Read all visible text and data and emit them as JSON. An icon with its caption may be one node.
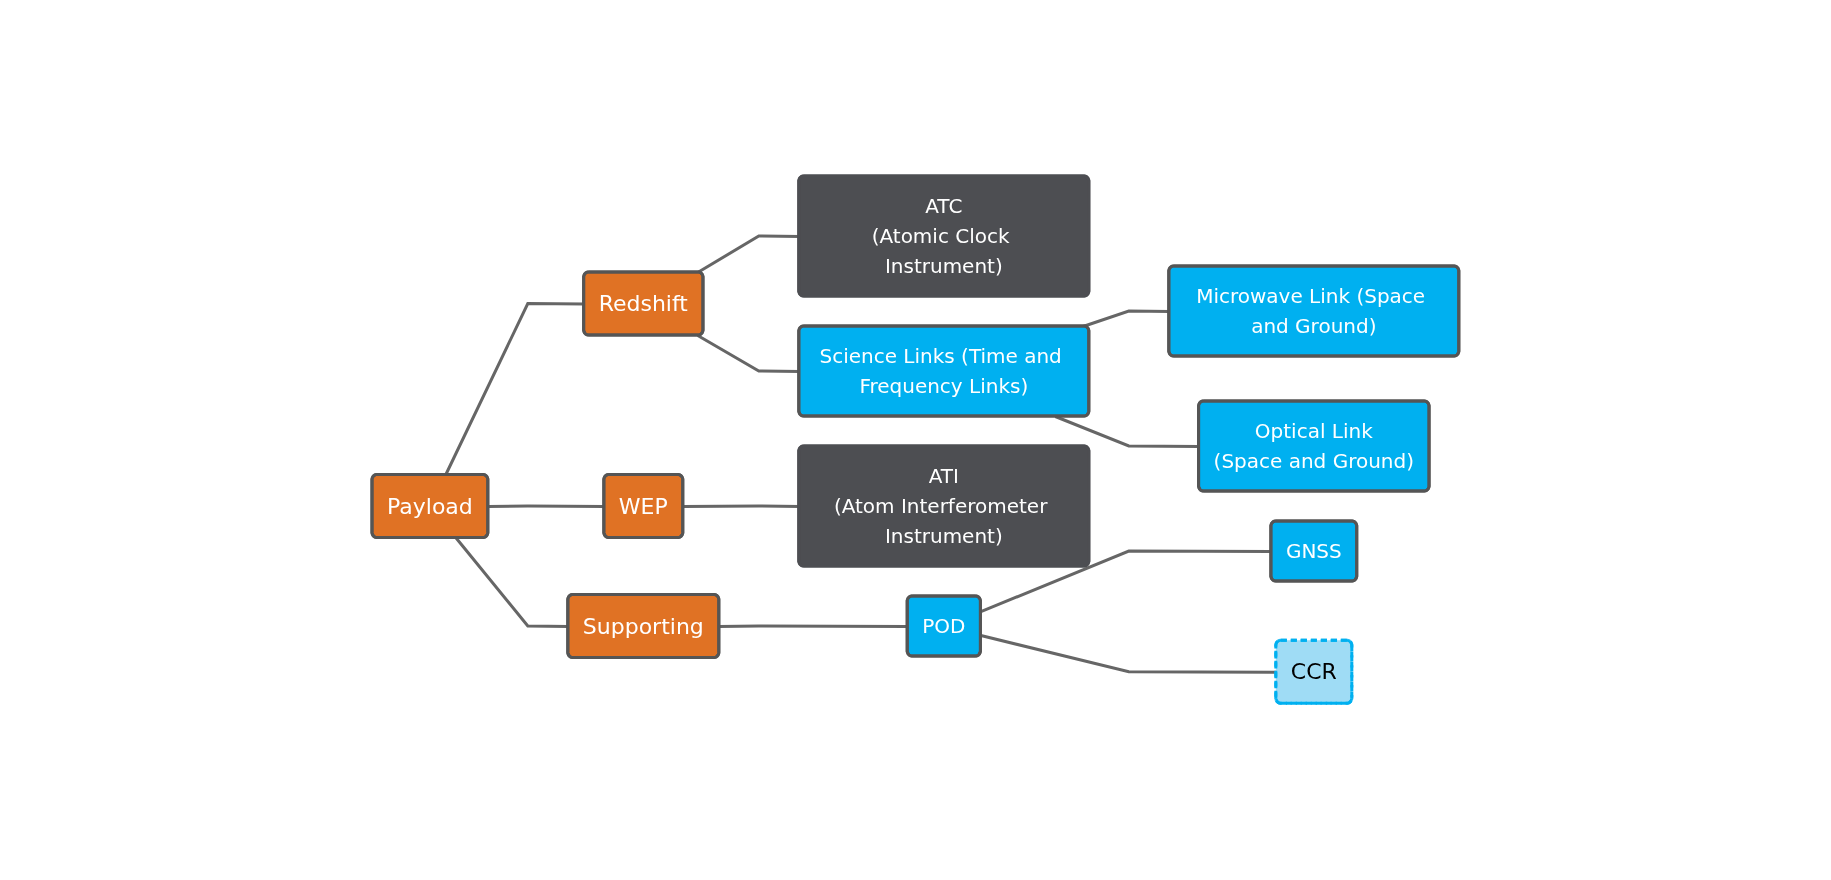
{
  "diagram": {
    "nodes": [
      {
        "text": [
          "Payload"
        ]
      },
      {
        "text": [
          "Redshift"
        ]
      },
      {
        "text": [
          "WEP"
        ]
      },
      {
        "text": [
          "Supporting"
        ]
      },
      {
        "text": [
          "ATC",
          "(Atomic Clock Instrument)"
        ]
      },
      {
        "text": [
          "Science Links (Time and Frequency Links)"
        ]
      },
      {
        "text": [
          "ATI",
          "(Atom Interferometer Instrument)"
        ]
      },
      {
        "text": [
          "POD"
        ]
      },
      {
        "text": [
          "Microwave Link (Space and Ground)"
        ]
      },
      {
        "text": [
          "Optical Link",
          "(Space and Ground)"
        ]
      },
      {
        "text": [
          "GNSS"
        ]
      },
      {
        "text": [
          "CCR"
        ]
      }
    ],
    "edges": [
      {
        "from": 0,
        "to": 1,
        "arrow": "none"
      },
      {
        "from": 0,
        "to": 2,
        "arrow": "none"
      },
      {
        "from": 0,
        "to": 3,
        "arrow": "none"
      },
      {
        "from": 1,
        "to": 4,
        "arrow": "none"
      },
      {
        "from": 1,
        "to": 5,
        "arrow": "none"
      },
      {
        "from": 2,
        "to": 6,
        "arrow": "none"
      },
      {
        "from": 3,
        "to": 7,
        "arrow": "none"
      },
      {
        "from": 5,
        "to": 8,
        "arrow": "none"
      },
      {
        "from": 5,
        "to": 9,
        "arrow": "none"
      },
      {
        "from": 7,
        "to": 10,
        "arrow": "none"
      },
      {
        "from": 7,
        "to": 11,
        "arrow": "none"
      }
    ]
  }
}
